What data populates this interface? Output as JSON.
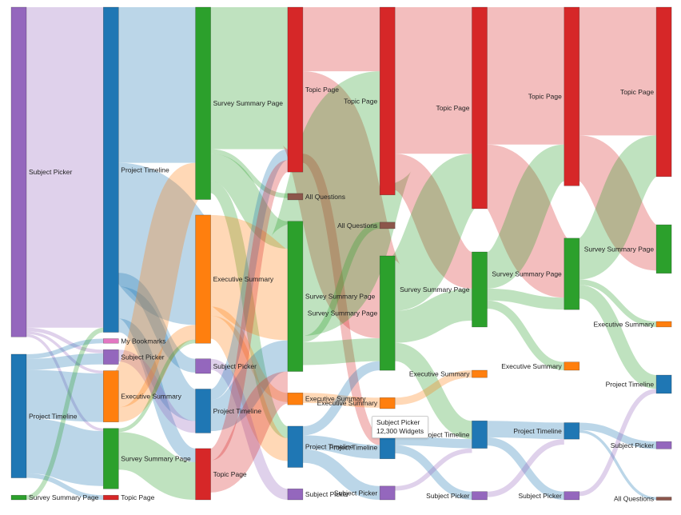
{
  "chart_data": {
    "type": "sankey",
    "units": "Widgets",
    "colors": {
      "Subject Picker": "#9467bd",
      "Project Timeline": "#1f77b4",
      "Survey Summary Page": "#2ca02c",
      "Topic Page": "#d62728",
      "Executive Summary": "#ff7f0e",
      "My Bookmarks": "#e377c2",
      "All Questions": "#8c564b"
    },
    "tooltip": {
      "label": "Subject Picker",
      "value": "12,300 Widgets"
    },
    "stages": [
      {
        "nodes": [
          {
            "id": "a_sp",
            "label": "Subject Picker",
            "kind": "Subject Picker",
            "value": 36,
            "label_side": "right"
          },
          {
            "id": "a_pt",
            "label": "Project Timeline",
            "kind": "Project Timeline",
            "value": 13.5,
            "label_side": "right"
          },
          {
            "id": "a_ss",
            "label": "Survey Summary Page",
            "kind": "Survey Summary Page",
            "value": 0.5,
            "label_side": "right"
          }
        ]
      },
      {
        "nodes": [
          {
            "id": "b_pt",
            "label": "Project Timeline",
            "kind": "Project Timeline",
            "value": 35.5,
            "label_side": "right"
          },
          {
            "id": "b_mb",
            "label": "My Bookmarks",
            "kind": "My Bookmarks",
            "value": 0.5,
            "label_side": "right"
          },
          {
            "id": "b_sp",
            "label": "Subject Picker",
            "kind": "Subject Picker",
            "value": 1.6,
            "label_side": "right"
          },
          {
            "id": "b_es",
            "label": "Executive Summary",
            "kind": "Executive Summary",
            "value": 5.6,
            "label_side": "right"
          },
          {
            "id": "b_ss",
            "label": "Survey Summary Page",
            "kind": "Survey Summary Page",
            "value": 6.6,
            "label_side": "right"
          },
          {
            "id": "b_tp",
            "label": "Topic Page",
            "kind": "Topic Page",
            "value": 0.5,
            "label_side": "right"
          }
        ]
      },
      {
        "nodes": [
          {
            "id": "c_ss",
            "label": "Survey Summary Page",
            "kind": "Survey Summary Page",
            "value": 21,
            "label_side": "right"
          },
          {
            "id": "c_es",
            "label": "Executive Summary",
            "kind": "Executive Summary",
            "value": 14,
            "label_side": "right"
          },
          {
            "id": "c_sp",
            "label": "Subject Picker",
            "kind": "Subject Picker",
            "value": 1.6,
            "label_side": "right"
          },
          {
            "id": "c_pt",
            "label": "Project Timeline",
            "kind": "Project Timeline",
            "value": 4.8,
            "label_side": "right"
          },
          {
            "id": "c_tp",
            "label": "Topic Page",
            "kind": "Topic Page",
            "value": 5.6,
            "label_side": "right"
          }
        ]
      },
      {
        "nodes": [
          {
            "id": "d_tp",
            "label": "Topic Page",
            "kind": "Topic Page",
            "value": 18,
            "label_side": "right"
          },
          {
            "id": "d_aq",
            "label": "All Questions",
            "kind": "All Questions",
            "value": 0.7,
            "label_side": "right"
          },
          {
            "id": "d_ss",
            "label": "Survey Summary Page",
            "kind": "Survey Summary Page",
            "value": 16.4,
            "label_side": "right"
          },
          {
            "id": "d_es",
            "label": "Executive Summary",
            "kind": "Executive Summary",
            "value": 1.3,
            "label_side": "right"
          },
          {
            "id": "d_pt",
            "label": "Project Timeline",
            "kind": "Project Timeline",
            "value": 4.5,
            "label_side": "right"
          },
          {
            "id": "d_sp",
            "label": "Subject Picker",
            "kind": "Subject Picker",
            "value": 1.2,
            "label_side": "right"
          }
        ]
      },
      {
        "nodes": [
          {
            "id": "e_tp",
            "label": "Topic Page",
            "kind": "Topic Page",
            "value": 20.5,
            "label_side": "left"
          },
          {
            "id": "e_aq",
            "label": "All Questions",
            "kind": "All Questions",
            "value": 0.7,
            "label_side": "left"
          },
          {
            "id": "e_ss",
            "label": "Survey Summary Page",
            "kind": "Survey Summary Page",
            "value": 12.5,
            "label_side": "left"
          },
          {
            "id": "e_es",
            "label": "Executive Summary",
            "kind": "Executive Summary",
            "value": 1.2,
            "label_side": "left"
          },
          {
            "id": "e_pt",
            "label": "Project Timeline",
            "kind": "Project Timeline",
            "value": 2.5,
            "label_side": "left"
          },
          {
            "id": "e_sp",
            "label": "Subject Picker",
            "kind": "Subject Picker",
            "value": 1.5,
            "label_side": "left"
          }
        ]
      },
      {
        "nodes": [
          {
            "id": "f_tp",
            "label": "Topic Page",
            "kind": "Topic Page",
            "value": 22,
            "label_side": "left"
          },
          {
            "id": "f_ss",
            "label": "Survey Summary Page",
            "kind": "Survey Summary Page",
            "value": 8.2,
            "label_side": "left"
          },
          {
            "id": "f_es",
            "label": "Executive Summary",
            "kind": "Executive Summary",
            "value": 0.8,
            "label_side": "left"
          },
          {
            "id": "f_pt",
            "label": "Project Timeline",
            "kind": "Project Timeline",
            "value": 3,
            "label_side": "left"
          },
          {
            "id": "f_sp",
            "label": "Subject Picker",
            "kind": "Subject Picker",
            "value": 0.9,
            "label_side": "left"
          }
        ]
      },
      {
        "nodes": [
          {
            "id": "g_tp",
            "label": "Topic Page",
            "kind": "Topic Page",
            "value": 19.5,
            "label_side": "left"
          },
          {
            "id": "g_ss",
            "label": "Survey Summary Page",
            "kind": "Survey Summary Page",
            "value": 7.8,
            "label_side": "left"
          },
          {
            "id": "g_es",
            "label": "Executive Summary",
            "kind": "Executive Summary",
            "value": 0.9,
            "label_side": "left"
          },
          {
            "id": "g_pt",
            "label": "Project Timeline",
            "kind": "Project Timeline",
            "value": 1.8,
            "label_side": "left"
          },
          {
            "id": "g_sp",
            "label": "Subject Picker",
            "kind": "Subject Picker",
            "value": 0.9,
            "label_side": "left"
          }
        ]
      },
      {
        "nodes": [
          {
            "id": "h_tp",
            "label": "Topic Page",
            "kind": "Topic Page",
            "value": 18.5,
            "label_side": "left"
          },
          {
            "id": "h_ss",
            "label": "Survey Summary Page",
            "kind": "Survey Summary Page",
            "value": 5.3,
            "label_side": "left"
          },
          {
            "id": "h_es",
            "label": "Executive Summary",
            "kind": "Executive Summary",
            "value": 0.6,
            "label_side": "left"
          },
          {
            "id": "h_pt",
            "label": "Project Timeline",
            "kind": "Project Timeline",
            "value": 2,
            "label_side": "left"
          },
          {
            "id": "h_sp",
            "label": "Subject Picker",
            "kind": "Subject Picker",
            "value": 0.8,
            "label_side": "left"
          },
          {
            "id": "h_aq",
            "label": "All Questions",
            "kind": "All Questions",
            "value": 0.3,
            "label_side": "left"
          }
        ]
      }
    ],
    "links": [
      {
        "source": "a_sp",
        "target": "b_pt",
        "value": 35
      },
      {
        "source": "a_sp",
        "target": "b_sp",
        "value": 0.4
      },
      {
        "source": "a_sp",
        "target": "b_es",
        "value": 0.3
      },
      {
        "source": "a_sp",
        "target": "b_ss",
        "value": 0.3
      },
      {
        "source": "a_pt",
        "target": "b_mb",
        "value": 0.5
      },
      {
        "source": "a_pt",
        "target": "b_sp",
        "value": 1.2
      },
      {
        "source": "a_pt",
        "target": "b_es",
        "value": 5.3
      },
      {
        "source": "a_pt",
        "target": "b_ss",
        "value": 6
      },
      {
        "source": "a_pt",
        "target": "b_tp",
        "value": 0.5
      },
      {
        "source": "a_ss",
        "target": "b_pt",
        "value": 0.5
      },
      {
        "source": "b_pt",
        "target": "c_ss",
        "value": 17
      },
      {
        "source": "b_pt",
        "target": "c_es",
        "value": 12
      },
      {
        "source": "b_pt",
        "target": "c_sp",
        "value": 1.5
      },
      {
        "source": "b_pt",
        "target": "c_pt",
        "value": 3.5
      },
      {
        "source": "b_pt",
        "target": "c_tp",
        "value": 1.5
      },
      {
        "source": "b_sp",
        "target": "c_pt",
        "value": 1.3
      },
      {
        "source": "b_es",
        "target": "c_ss",
        "value": 4
      },
      {
        "source": "b_es",
        "target": "c_es",
        "value": 1.6
      },
      {
        "source": "b_ss",
        "target": "c_es",
        "value": 0.4
      },
      {
        "source": "b_ss",
        "target": "c_tp",
        "value": 4.1
      },
      {
        "source": "c_ss",
        "target": "d_tp",
        "value": 15.5
      },
      {
        "source": "c_ss",
        "target": "d_ss",
        "value": 3
      },
      {
        "source": "c_ss",
        "target": "d_pt",
        "value": 1.3
      },
      {
        "source": "c_ss",
        "target": "d_aq",
        "value": 0.5
      },
      {
        "source": "c_es",
        "target": "d_ss",
        "value": 10
      },
      {
        "source": "c_es",
        "target": "d_pt",
        "value": 2.5
      },
      {
        "source": "c_es",
        "target": "d_es",
        "value": 1
      },
      {
        "source": "c_sp",
        "target": "d_sp",
        "value": 1.2
      },
      {
        "source": "c_pt",
        "target": "d_ss",
        "value": 3.4
      },
      {
        "source": "c_pt",
        "target": "d_tp",
        "value": 1.2
      },
      {
        "source": "c_tp",
        "target": "d_tp",
        "value": 1.3
      },
      {
        "source": "c_tp",
        "target": "d_ss",
        "value": 3.5
      },
      {
        "source": "d_tp",
        "target": "e_tp",
        "value": 7
      },
      {
        "source": "d_tp",
        "target": "e_ss",
        "value": 9
      },
      {
        "source": "d_tp",
        "target": "e_pt",
        "value": 1
      },
      {
        "source": "d_ss",
        "target": "e_tp",
        "value": 12.5
      },
      {
        "source": "d_ss",
        "target": "e_ss",
        "value": 2.5
      },
      {
        "source": "d_ss",
        "target": "e_aq",
        "value": 0.7
      },
      {
        "source": "d_es",
        "target": "e_es",
        "value": 1.1
      },
      {
        "source": "d_pt",
        "target": "e_ss",
        "value": 1
      },
      {
        "source": "d_pt",
        "target": "e_pt",
        "value": 1.5
      },
      {
        "source": "d_pt",
        "target": "e_sp",
        "value": 1.5
      },
      {
        "source": "e_tp",
        "target": "f_tp",
        "value": 16
      },
      {
        "source": "e_tp",
        "target": "f_ss",
        "value": 4
      },
      {
        "source": "e_ss",
        "target": "f_tp",
        "value": 6
      },
      {
        "source": "e_ss",
        "target": "f_ss",
        "value": 3.5
      },
      {
        "source": "e_ss",
        "target": "f_pt",
        "value": 2
      },
      {
        "source": "e_es",
        "target": "f_es",
        "value": 0.8
      },
      {
        "source": "e_pt",
        "target": "f_pt",
        "value": 1
      },
      {
        "source": "e_pt",
        "target": "f_sp",
        "value": 0.9
      },
      {
        "source": "e_sp",
        "target": "f_pt",
        "value": 0.5
      },
      {
        "source": "f_tp",
        "target": "g_tp",
        "value": 15
      },
      {
        "source": "f_tp",
        "target": "g_ss",
        "value": 6.5
      },
      {
        "source": "f_ss",
        "target": "g_tp",
        "value": 4
      },
      {
        "source": "f_ss",
        "target": "g_ss",
        "value": 1.3
      },
      {
        "source": "f_ss",
        "target": "g_es",
        "value": 0.9
      },
      {
        "source": "f_pt",
        "target": "g_pt",
        "value": 1.8
      },
      {
        "source": "f_pt",
        "target": "g_sp",
        "value": 0.9
      },
      {
        "source": "f_sp",
        "target": "g_pt",
        "value": 0.6
      },
      {
        "source": "g_tp",
        "target": "h_tp",
        "value": 14
      },
      {
        "source": "g_tp",
        "target": "h_ss",
        "value": 5
      },
      {
        "source": "g_ss",
        "target": "h_tp",
        "value": 4.5
      },
      {
        "source": "g_ss",
        "target": "h_es",
        "value": 0.6
      },
      {
        "source": "g_ss",
        "target": "h_pt",
        "value": 1.5
      },
      {
        "source": "g_pt",
        "target": "h_sp",
        "value": 0.8
      },
      {
        "source": "g_pt",
        "target": "h_aq",
        "value": 0.3
      },
      {
        "source": "g_sp",
        "target": "h_pt",
        "value": 0.5
      }
    ]
  }
}
